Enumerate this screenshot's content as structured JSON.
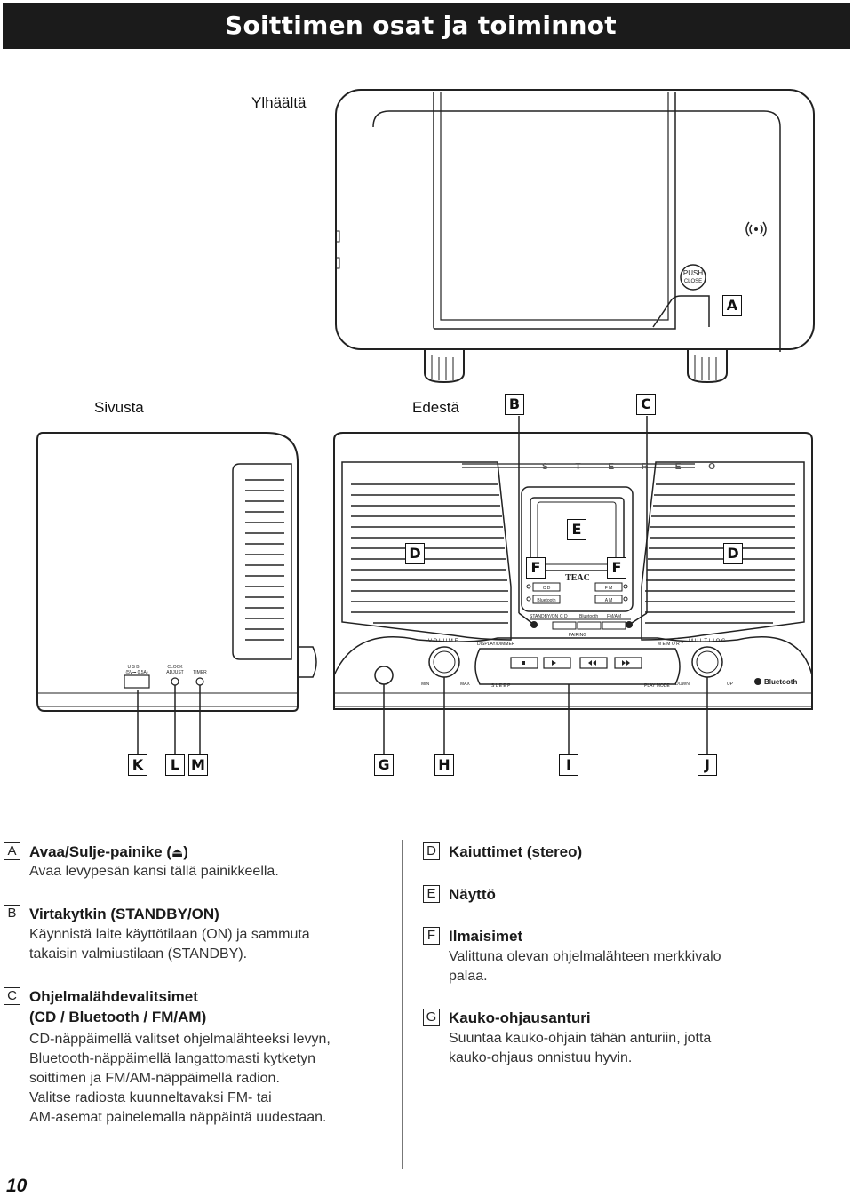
{
  "title": "Soittimen osat ja toiminnot",
  "views": {
    "top": "Ylhäältä",
    "side": "Sivusta",
    "front": "Edestä"
  },
  "callouts": {
    "A": "A",
    "B": "B",
    "C": "C",
    "D": "D",
    "E": "E",
    "F": "F",
    "G": "G",
    "H": "H",
    "I": "I",
    "J": "J",
    "K": "K",
    "L": "L",
    "M": "M"
  },
  "device_labels": {
    "push": "PUSH",
    "close": "CLOSE",
    "stereo": "S T E R E O",
    "teac": "TEAC",
    "cd_ind": "C D",
    "bt_ind": "Bluetooth",
    "fm_ind": "F M",
    "am_ind": "A M",
    "standby": "STANDBY/ON",
    "cd_btn": "C D",
    "bt_btn": "Bluetooth",
    "fmam_btn": "FM/AM",
    "pairing": "PAIRING",
    "volume": "V O L U M E",
    "display_dimmer": "DISPLAY/DIMMER",
    "memory": "M E M O R Y",
    "multi_jog": "M U L T I  J O G",
    "min": "MIN",
    "max": "MAX",
    "sleep": "S L E E P",
    "play_mode": "PLAY MODE",
    "down": "DOWN",
    "up": "UP",
    "bluetooth_logo": "Bluetooth",
    "usb": "U S B",
    "usb_spec": "(5V⎓ 0.5A)",
    "clock_adjust_1": "CLOCK",
    "clock_adjust_2": "ADJUST",
    "timer": "TIMER"
  },
  "descriptions": {
    "A": {
      "letter": "A",
      "title": "Avaa/Sulje-painike (",
      "title_end": ")",
      "eject_icon": "eject-icon",
      "lines": [
        "Avaa levypesän kansi tällä painikkeella."
      ]
    },
    "B": {
      "letter": "B",
      "title": "Virtakytkin (STANDBY/ON)",
      "lines": [
        "Käynnistä laite käyttötilaan (ON) ja sammuta",
        "takaisin valmiustilaan (STANDBY)."
      ]
    },
    "C": {
      "letter": "C",
      "title": "Ohjelmalähdevalitsimet",
      "title2": "(CD / Bluetooth / FM/AM)",
      "lines": [
        "CD-näppäimellä valitset ohjelmalähteeksi levyn,",
        "Bluetooth-näppäimellä langattomasti kytketyn",
        "soittimen ja FM/AM-näppäimellä radion.",
        "Valitse radiosta kuunneltavaksi FM- tai",
        "AM-asemat painelemalla näppäintä uudestaan."
      ]
    },
    "D": {
      "letter": "D",
      "title": "Kaiuttimet (stereo)",
      "lines": []
    },
    "E": {
      "letter": "E",
      "title": "Näyttö",
      "lines": []
    },
    "F": {
      "letter": "F",
      "title": "Ilmaisimet",
      "lines": [
        "Valittuna olevan ohjelmalähteen merkkivalo",
        "palaa."
      ]
    },
    "G": {
      "letter": "G",
      "title": "Kauko-ohjausanturi",
      "lines": [
        "Suuntaa kauko-ohjain tähän anturiin, jotta",
        "kauko-ohjaus onnistuu hyvin."
      ]
    }
  },
  "page_number": "10"
}
